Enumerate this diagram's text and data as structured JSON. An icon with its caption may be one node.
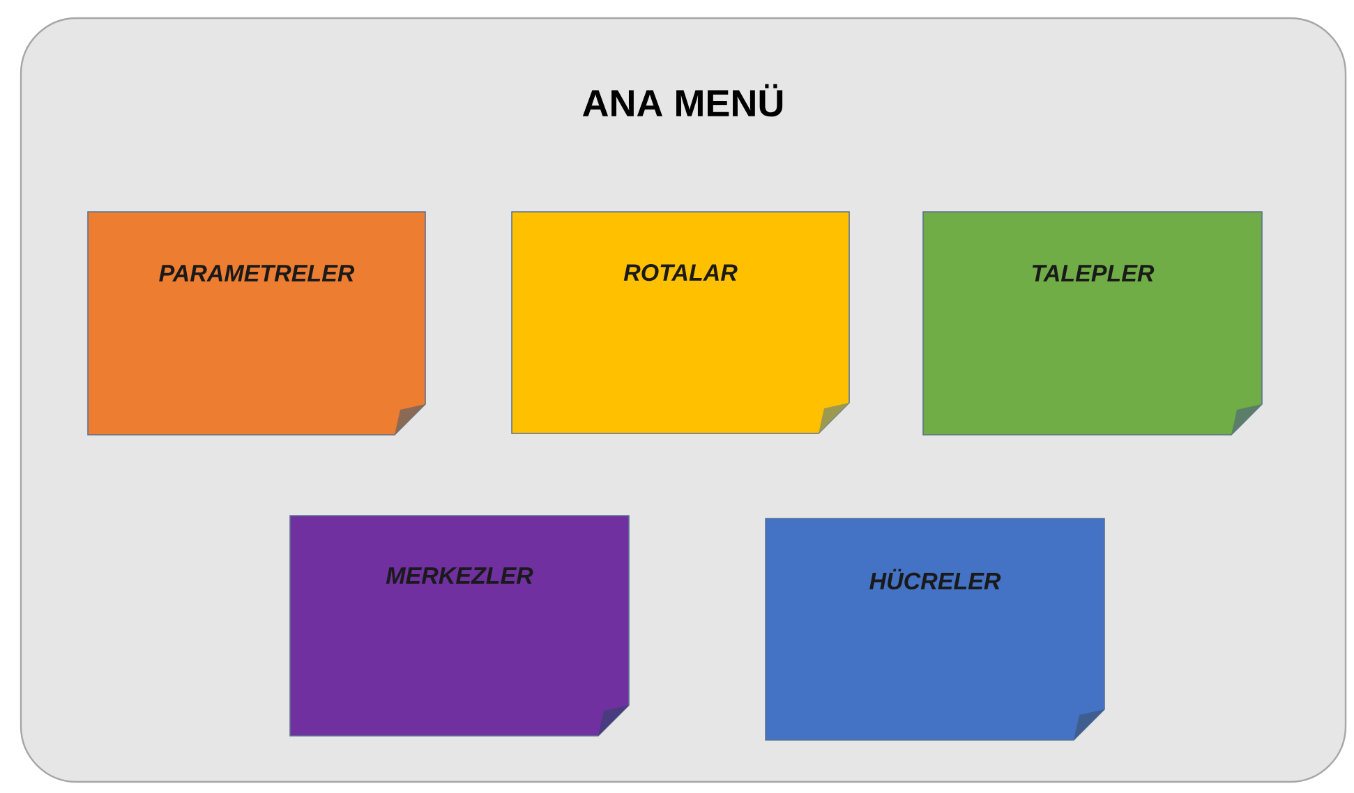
{
  "diagram": {
    "nodes": [
      {
        "text": [
          "ANA MENÜ"
        ]
      },
      {
        "text": [
          "PARAMETRELER"
        ],
        "in": 0
      },
      {
        "text": [
          "ROTALAR"
        ],
        "in": 0
      },
      {
        "text": [
          "TALEPLER"
        ],
        "in": 0
      },
      {
        "text": [
          "MERKEZLER"
        ],
        "in": 0
      },
      {
        "text": [
          "HÜCRELER"
        ],
        "in": 0
      }
    ]
  }
}
